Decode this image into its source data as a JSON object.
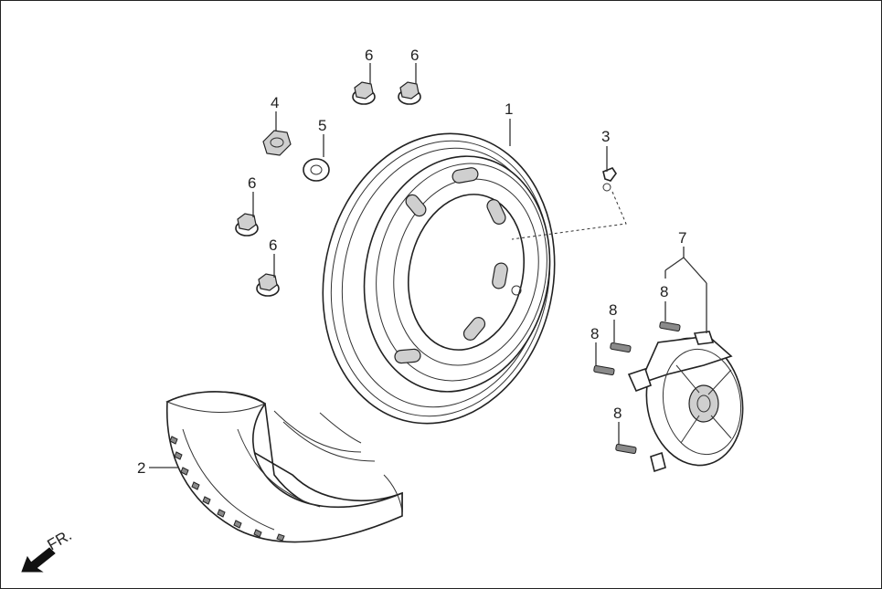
{
  "callouts": {
    "c1": "1",
    "c2": "2",
    "c3": "3",
    "c4": "4",
    "c5": "5",
    "c6a": "6",
    "c6b": "6",
    "c6c": "6",
    "c6d": "6",
    "c7": "7",
    "c8a": "8",
    "c8b": "8",
    "c8c": "8"
  },
  "direction_marker": {
    "text": "FR.",
    "icon": "front-direction-arrow-icon"
  },
  "colors": {
    "line": "#222222",
    "background": "#ffffff"
  }
}
